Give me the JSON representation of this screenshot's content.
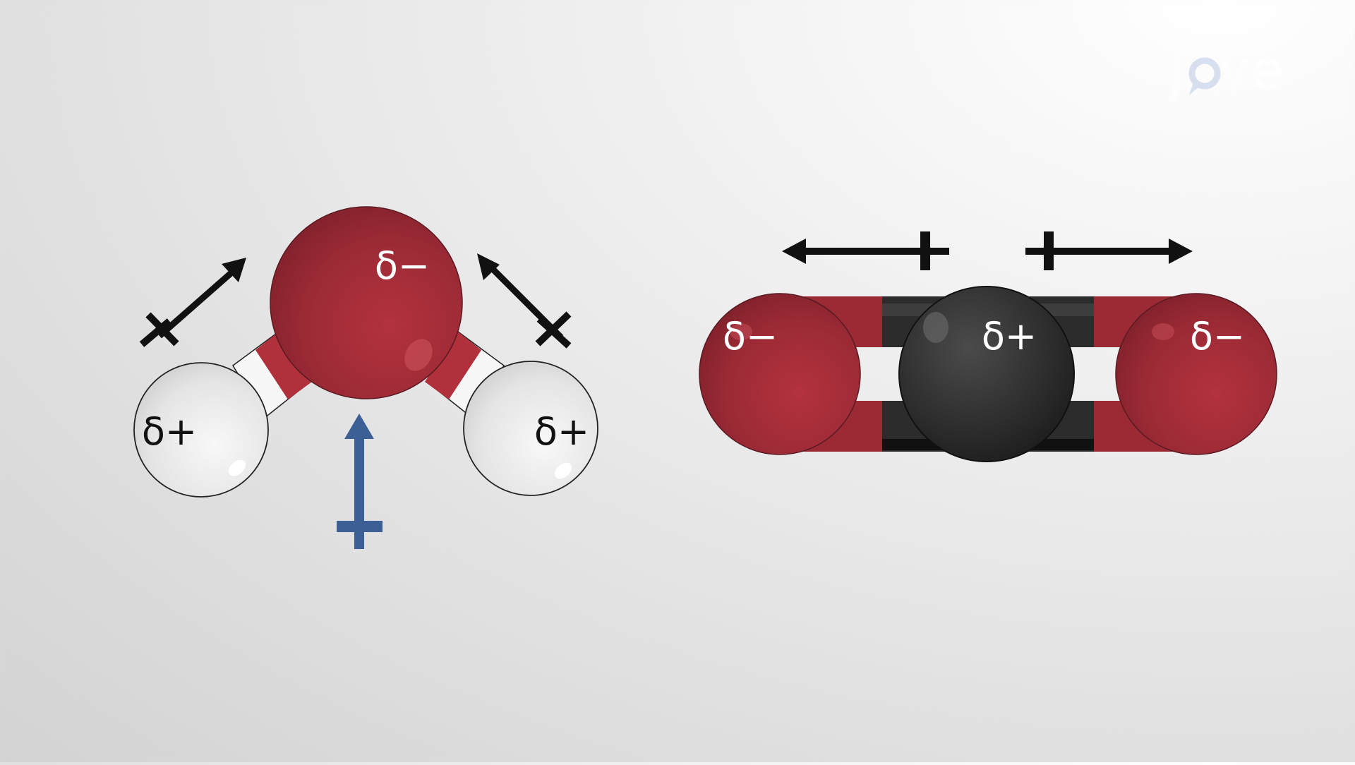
{
  "water": {
    "oxygen_label": "δ−",
    "hydrogen_left_label": "δ+",
    "hydrogen_right_label": "δ+"
  },
  "carbon_dioxide": {
    "oxygen_left_label": "δ−",
    "carbon_label": "δ+",
    "oxygen_right_label": "δ−"
  },
  "watermark": {
    "text": "jove"
  },
  "colors": {
    "oxygen": "#9b2a35",
    "hydrogen": "#e6e6e6",
    "carbon": "#2f2f2f",
    "dipole_arrow": "#111111",
    "net_dipole_arrow": "#3c5f95",
    "label_light": "#ffffff",
    "label_dark": "#111111"
  }
}
